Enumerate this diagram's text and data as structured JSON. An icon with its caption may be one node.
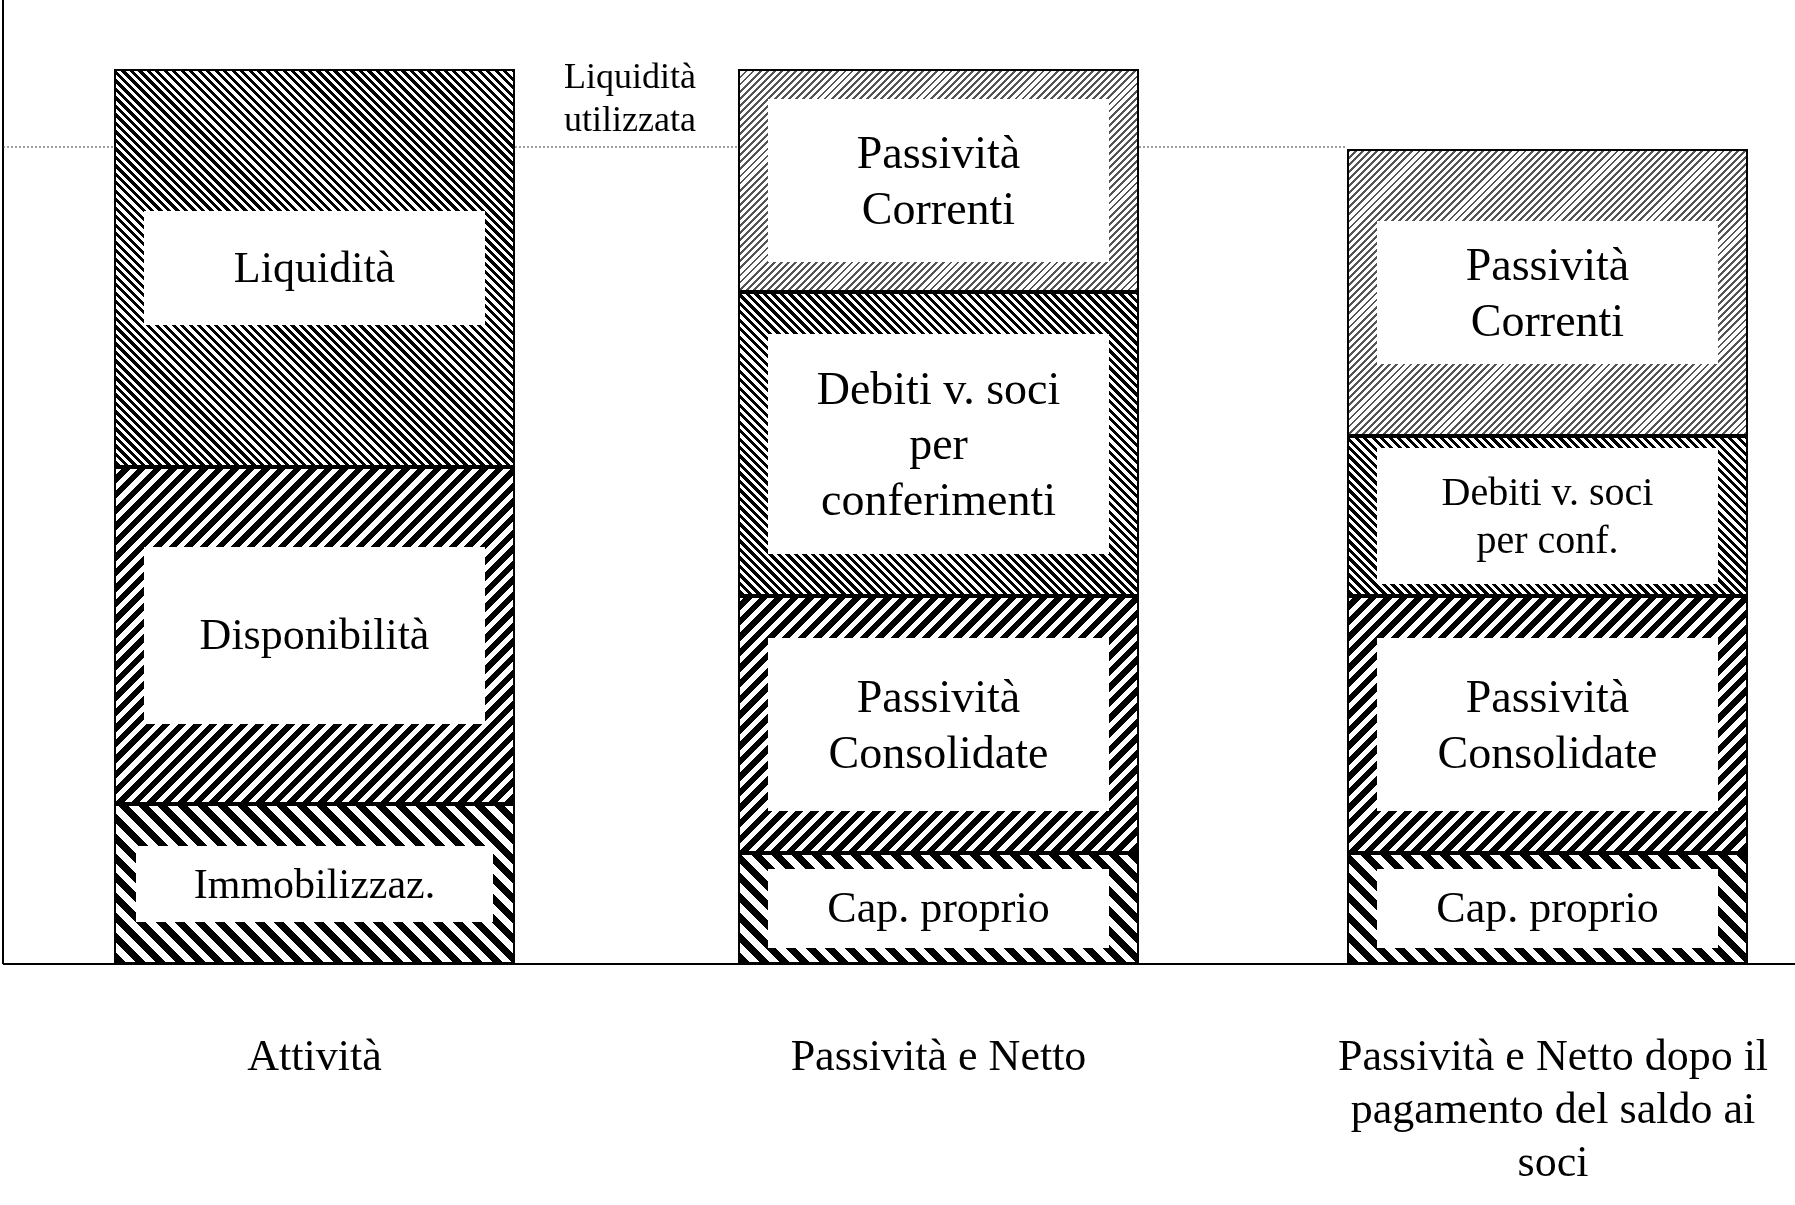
{
  "diagram": {
    "nodes": [
      {
        "text": [
          "Liquidità"
        ]
      },
      {
        "text": [
          "Disponibilità"
        ]
      },
      {
        "text": [
          "Immobilizzaz."
        ]
      },
      {
        "text": [
          "Passività Correnti"
        ]
      },
      {
        "text": [
          "Debiti v. soci per conferimenti"
        ]
      },
      {
        "text": [
          "Passività Consolidate"
        ]
      },
      {
        "text": [
          "Cap. proprio"
        ]
      },
      {
        "text": [
          "Passività Correnti"
        ]
      },
      {
        "text": [
          "Debiti v. soci per conf."
        ]
      },
      {
        "text": [
          "Passività Consolidate"
        ]
      },
      {
        "text": [
          "Cap. proprio"
        ]
      }
    ],
    "labels": [
      "Liquidità utilizzata",
      "Attività",
      "Passività e Netto",
      "Passività e Netto dopo il pagamento del saldo ai soci"
    ]
  }
}
